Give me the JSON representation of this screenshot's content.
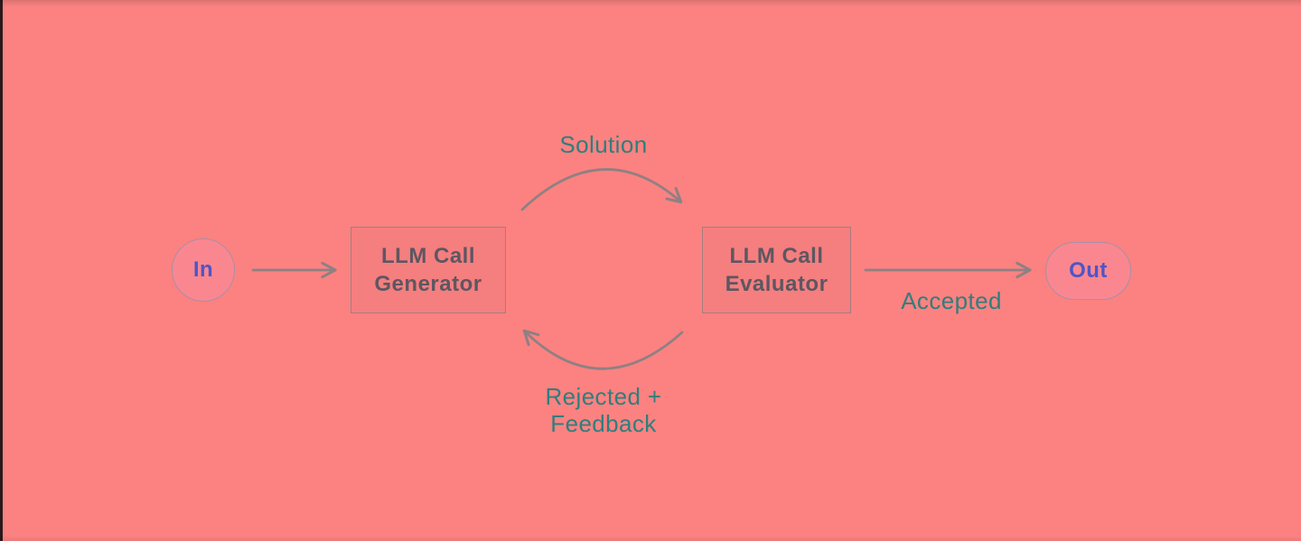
{
  "diagram": {
    "type": "flow-diagram",
    "nodes": {
      "in": {
        "label": "In"
      },
      "generator": {
        "label_line1": "LLM Call",
        "label_line2": "Generator"
      },
      "evaluator": {
        "label_line1": "LLM Call",
        "label_line2": "Evaluator"
      },
      "out": {
        "label": "Out"
      }
    },
    "edges": {
      "in_to_generator": {
        "label": ""
      },
      "generator_to_evaluator": {
        "label": "Solution"
      },
      "evaluator_to_generator": {
        "label_line1": "Rejected +",
        "label_line2": "Feedback"
      },
      "evaluator_to_out": {
        "label": "Accepted"
      }
    },
    "colors": {
      "background": "#FB8280",
      "box_fill": "#F57E7F",
      "box_border": "#A67D80",
      "box_text": "#5D5761",
      "node_fill": "#FA8790",
      "node_border": "#A78FA9",
      "node_text": "#4F55C6",
      "edge_label": "#2F7E7E",
      "arrow": "#8F8083",
      "frame_edge": "#2A191C"
    }
  }
}
